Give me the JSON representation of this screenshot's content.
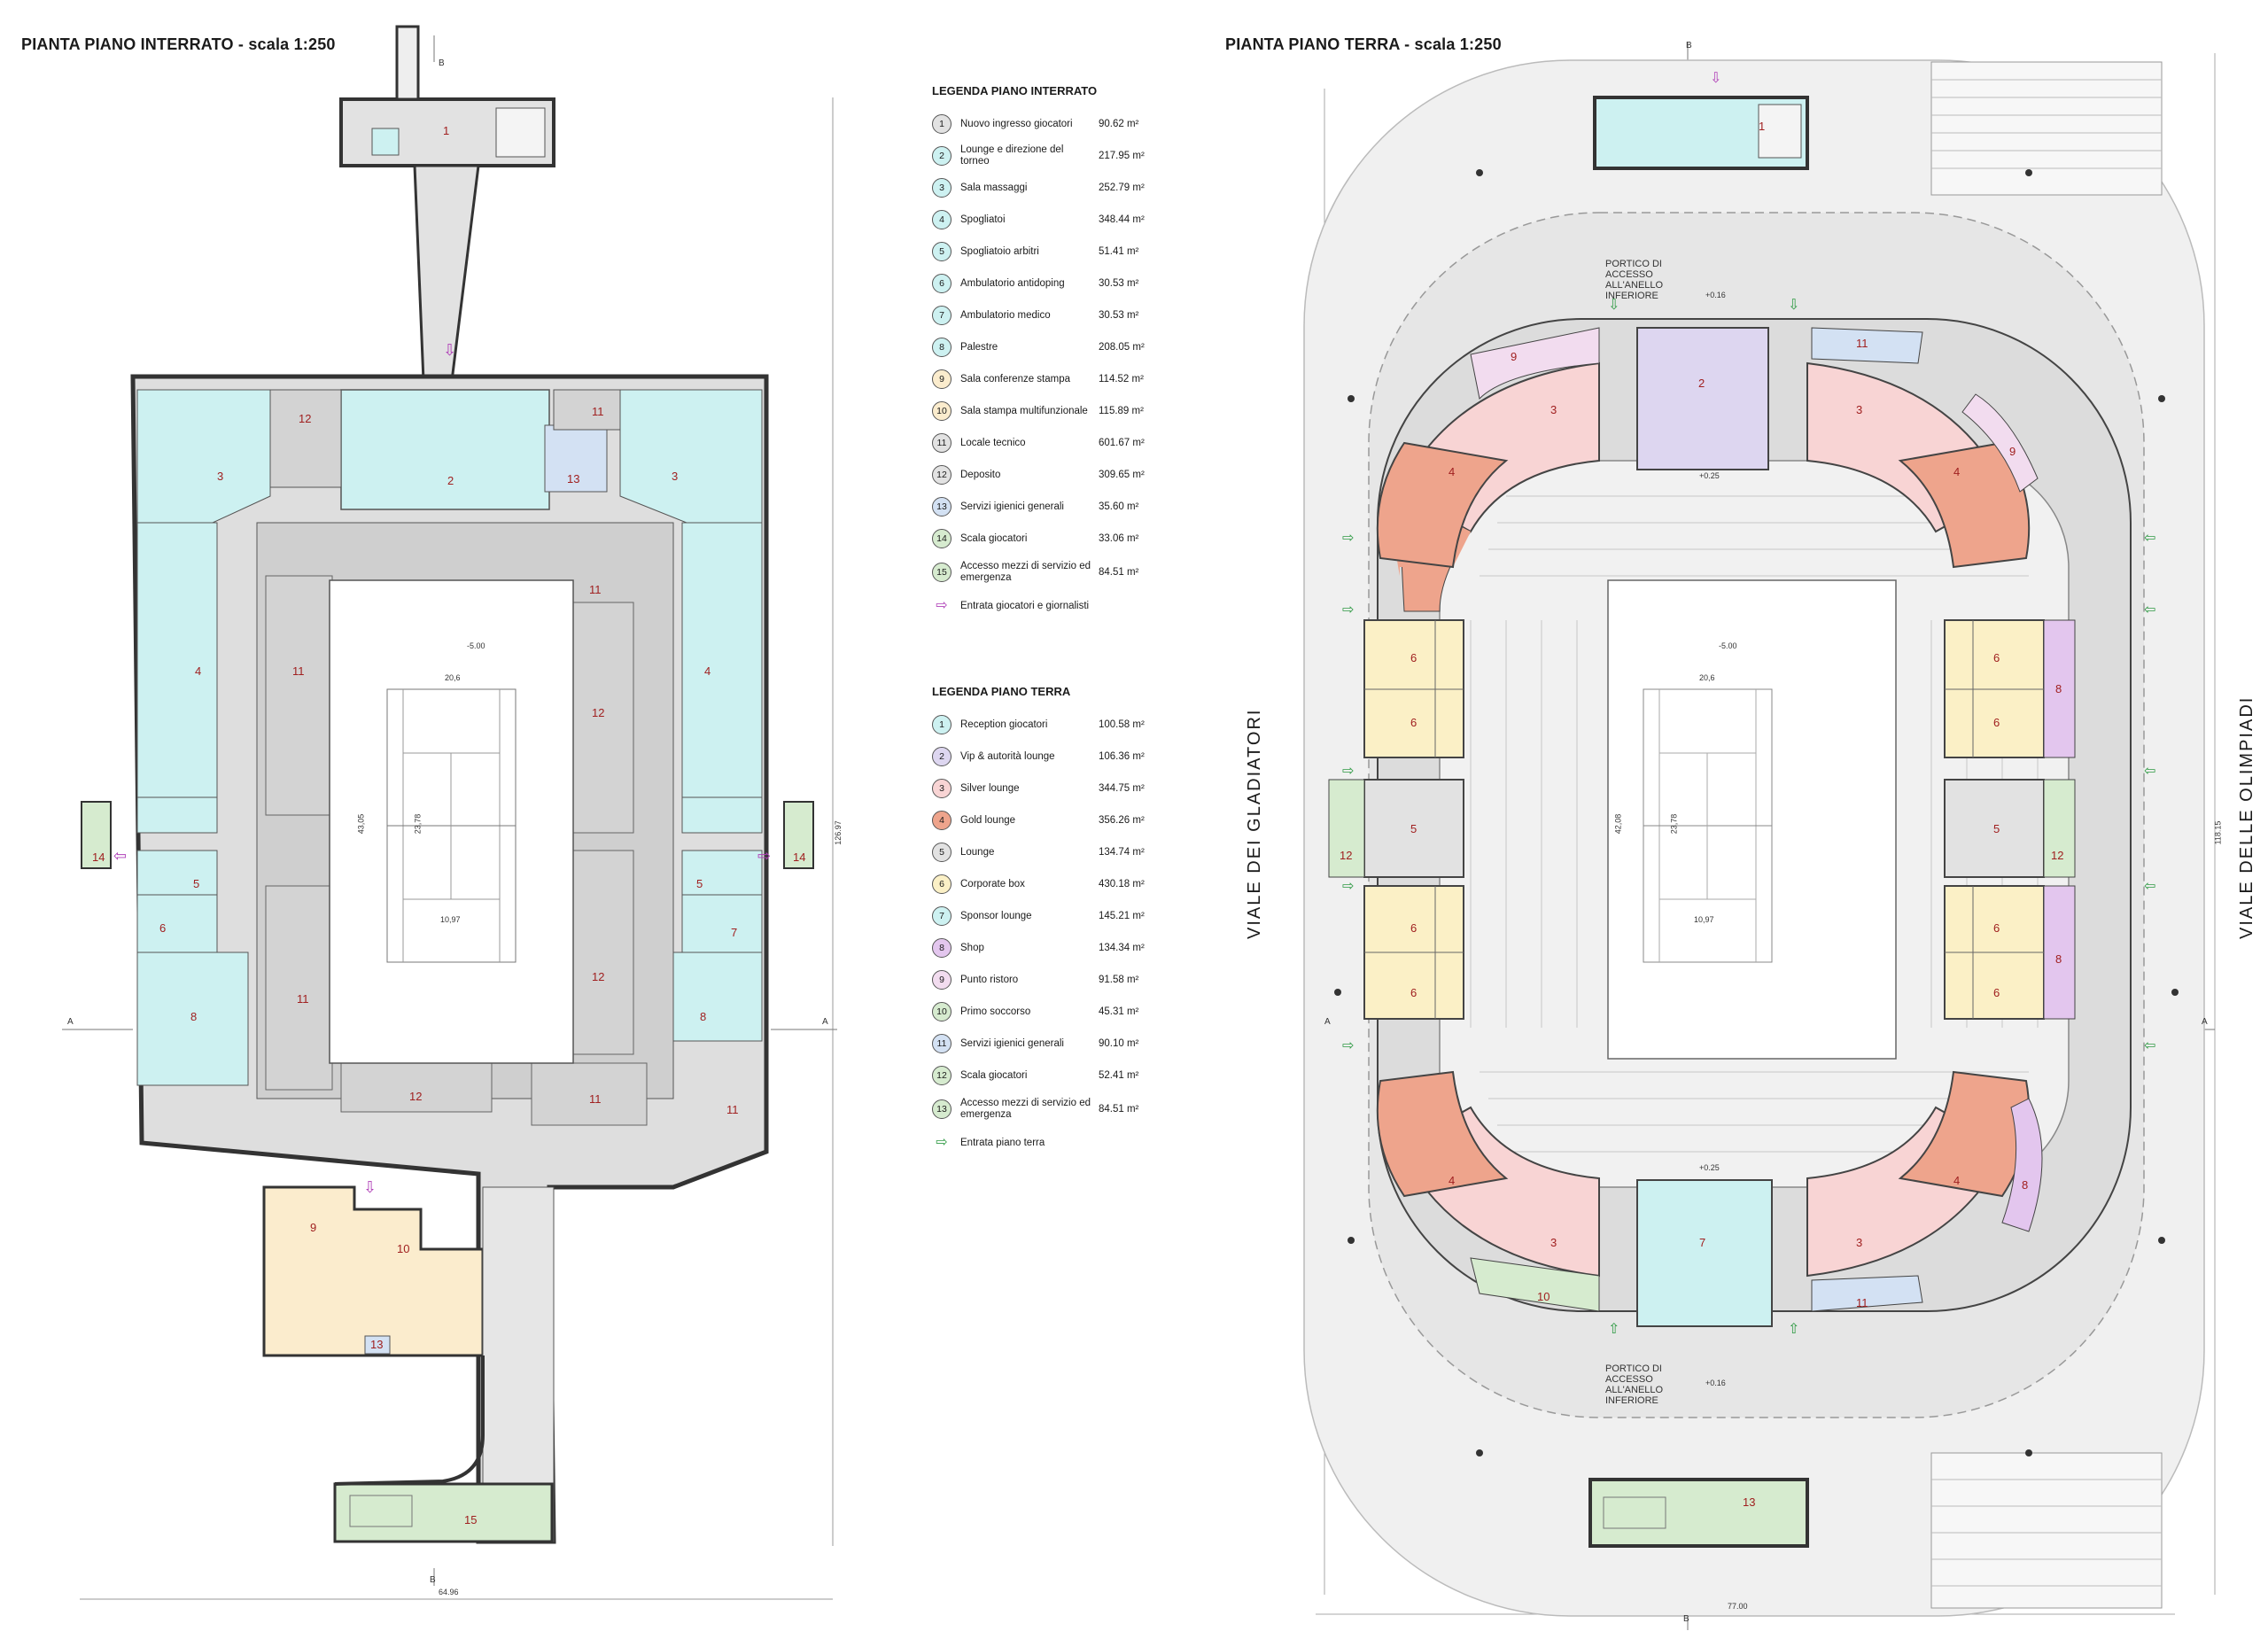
{
  "left_plan": {
    "title": "PIANTA PIANO INTERRATO - scala 1:250",
    "section_b": "B",
    "section_a": "A",
    "elev_main": "-5.00",
    "court_width": "20,6",
    "court_length": "43,05",
    "court_inner": "23,78",
    "court_single": "10,97",
    "total_height": "126.97",
    "total_width": "64.96",
    "rooms": [
      "1",
      "2",
      "3",
      "3",
      "4",
      "4",
      "5",
      "5",
      "6",
      "7",
      "8",
      "8",
      "9",
      "10",
      "11",
      "11",
      "11",
      "11",
      "11",
      "11",
      "12",
      "12",
      "12",
      "12",
      "13",
      "13",
      "14",
      "14",
      "15"
    ]
  },
  "legend_interrato": {
    "title": "LEGENDA PIANO INTERRATO",
    "items": [
      {
        "n": "1",
        "label": "Nuovo ingresso giocatori",
        "area": "90.62 m²",
        "color": "#e2e2e2"
      },
      {
        "n": "2",
        "label": "Lounge e direzione del torneo",
        "area": "217.95 m²",
        "color": "#cdf1f1"
      },
      {
        "n": "3",
        "label": "Sala massaggi",
        "area": "252.79 m²",
        "color": "#cdf1f1"
      },
      {
        "n": "4",
        "label": "Spogliatoi",
        "area": "348.44 m²",
        "color": "#cdf1f1"
      },
      {
        "n": "5",
        "label": "Spogliatoio arbitri",
        "area": "51.41 m²",
        "color": "#cdf1f1"
      },
      {
        "n": "6",
        "label": "Ambulatorio antidoping",
        "area": "30.53 m²",
        "color": "#cdf1f1"
      },
      {
        "n": "7",
        "label": "Ambulatorio medico",
        "area": "30.53 m²",
        "color": "#cdf1f1"
      },
      {
        "n": "8",
        "label": "Palestre",
        "area": "208.05 m²",
        "color": "#cdf1f1"
      },
      {
        "n": "9",
        "label": "Sala conferenze stampa",
        "area": "114.52 m²",
        "color": "#fbeccd"
      },
      {
        "n": "10",
        "label": "Sala stampa multifunzionale",
        "area": "115.89 m²",
        "color": "#fbeccd"
      },
      {
        "n": "11",
        "label": "Locale tecnico",
        "area": "601.67 m²",
        "color": "#e2e2e2"
      },
      {
        "n": "12",
        "label": "Deposito",
        "area": "309.65 m²",
        "color": "#e2e2e2"
      },
      {
        "n": "13",
        "label": "Servizi igienici generali",
        "area": "35.60 m²",
        "color": "#d3e1f3"
      },
      {
        "n": "14",
        "label": "Scala giocatori",
        "area": "33.06 m²",
        "color": "#d6ebcf"
      },
      {
        "n": "15",
        "label": "Accesso mezzi di servizio ed emergenza",
        "area": "84.51 m²",
        "color": "#d6ebcf"
      }
    ],
    "arrow_label": "Entrata giocatori e giornalisti"
  },
  "legend_terra": {
    "title": "LEGENDA PIANO TERRA",
    "items": [
      {
        "n": "1",
        "label": "Reception giocatori",
        "area": "100.58 m²",
        "color": "#cdf1f1"
      },
      {
        "n": "2",
        "label": "Vip & autorità lounge",
        "area": "106.36 m²",
        "color": "#ddd6f0"
      },
      {
        "n": "3",
        "label": "Silver lounge",
        "area": "344.75 m²",
        "color": "#f8d4d4"
      },
      {
        "n": "4",
        "label": "Gold lounge",
        "area": "356.26 m²",
        "color": "#eea48c"
      },
      {
        "n": "5",
        "label": "Lounge",
        "area": "134.74 m²",
        "color": "#e2e2e2"
      },
      {
        "n": "6",
        "label": "Corporate box",
        "area": "430.18 m²",
        "color": "#fbf0c6"
      },
      {
        "n": "7",
        "label": "Sponsor lounge",
        "area": "145.21 m²",
        "color": "#cdf1f1"
      },
      {
        "n": "8",
        "label": "Shop",
        "area": "134.34 m²",
        "color": "#e3c6ee"
      },
      {
        "n": "9",
        "label": "Punto ristoro",
        "area": "91.58 m²",
        "color": "#f2dcef"
      },
      {
        "n": "10",
        "label": "Primo soccorso",
        "area": "45.31 m²",
        "color": "#d6ebcf"
      },
      {
        "n": "11",
        "label": "Servizi igienici generali",
        "area": "90.10 m²",
        "color": "#d3e1f3"
      },
      {
        "n": "12",
        "label": "Scala giocatori",
        "area": "52.41 m²",
        "color": "#d6ebcf"
      },
      {
        "n": "13",
        "label": "Accesso mezzi di servizio ed emergenza",
        "area": "84.51 m²",
        "color": "#d6ebcf"
      }
    ],
    "arrow_label": "Entrata piano terra"
  },
  "right_plan": {
    "title": "PIANTA PIANO TERRA - scala 1:250",
    "section_b": "B",
    "section_a": "A",
    "portico_top": "PORTICO DI ACCESSO ALL'ANELLO INFERIORE",
    "portico_bottom": "PORTICO DI ACCESSO ALL'ANELLO INFERIORE",
    "street_left": "VIALE  DEI GLADIATORI",
    "street_right": "VIALE  DELLE  OLIMPIADI",
    "elev_court": "-5.00",
    "elev_plus": "+0.16",
    "elev_025": "+0.25",
    "court_width": "20,6",
    "court_length": "42,08",
    "court_inner": "23,78",
    "court_single": "10,97",
    "total_height": "118.15",
    "total_width": "77.00"
  }
}
